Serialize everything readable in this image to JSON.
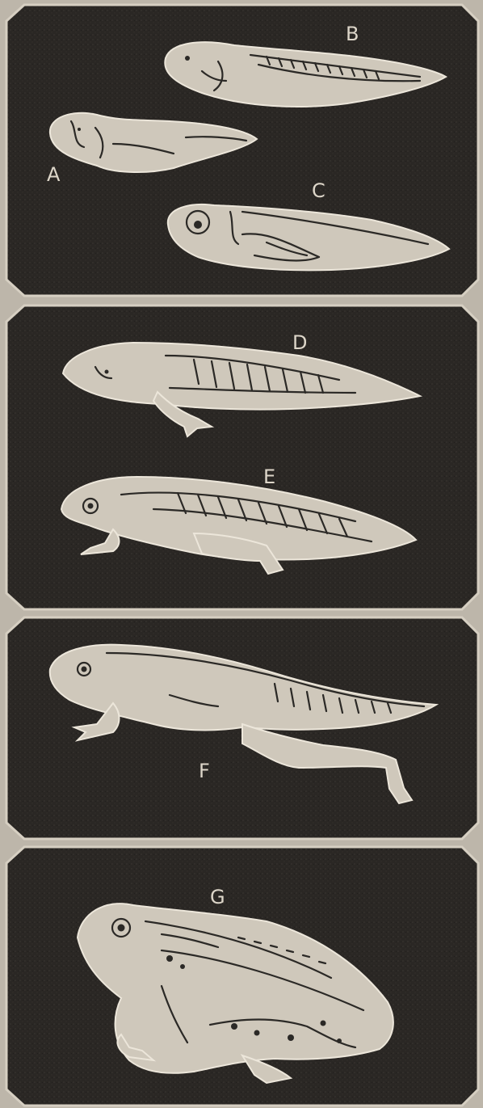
{
  "panels": [
    {
      "id": "panel-1",
      "labels": [
        "A",
        "B",
        "C"
      ]
    },
    {
      "id": "panel-2",
      "labels": [
        "D",
        "E"
      ]
    },
    {
      "id": "panel-3",
      "labels": [
        "F"
      ]
    },
    {
      "id": "panel-4",
      "labels": [
        "G"
      ]
    }
  ],
  "stages": {
    "a": "A",
    "b": "B",
    "c": "C",
    "d": "D",
    "e": "E",
    "f": "F",
    "g": "G"
  },
  "colors": {
    "paper": "#bdb6aa",
    "panel_background": "#2a2724",
    "figure_fill": "#cfc8bb",
    "ink": "#2b2926"
  }
}
